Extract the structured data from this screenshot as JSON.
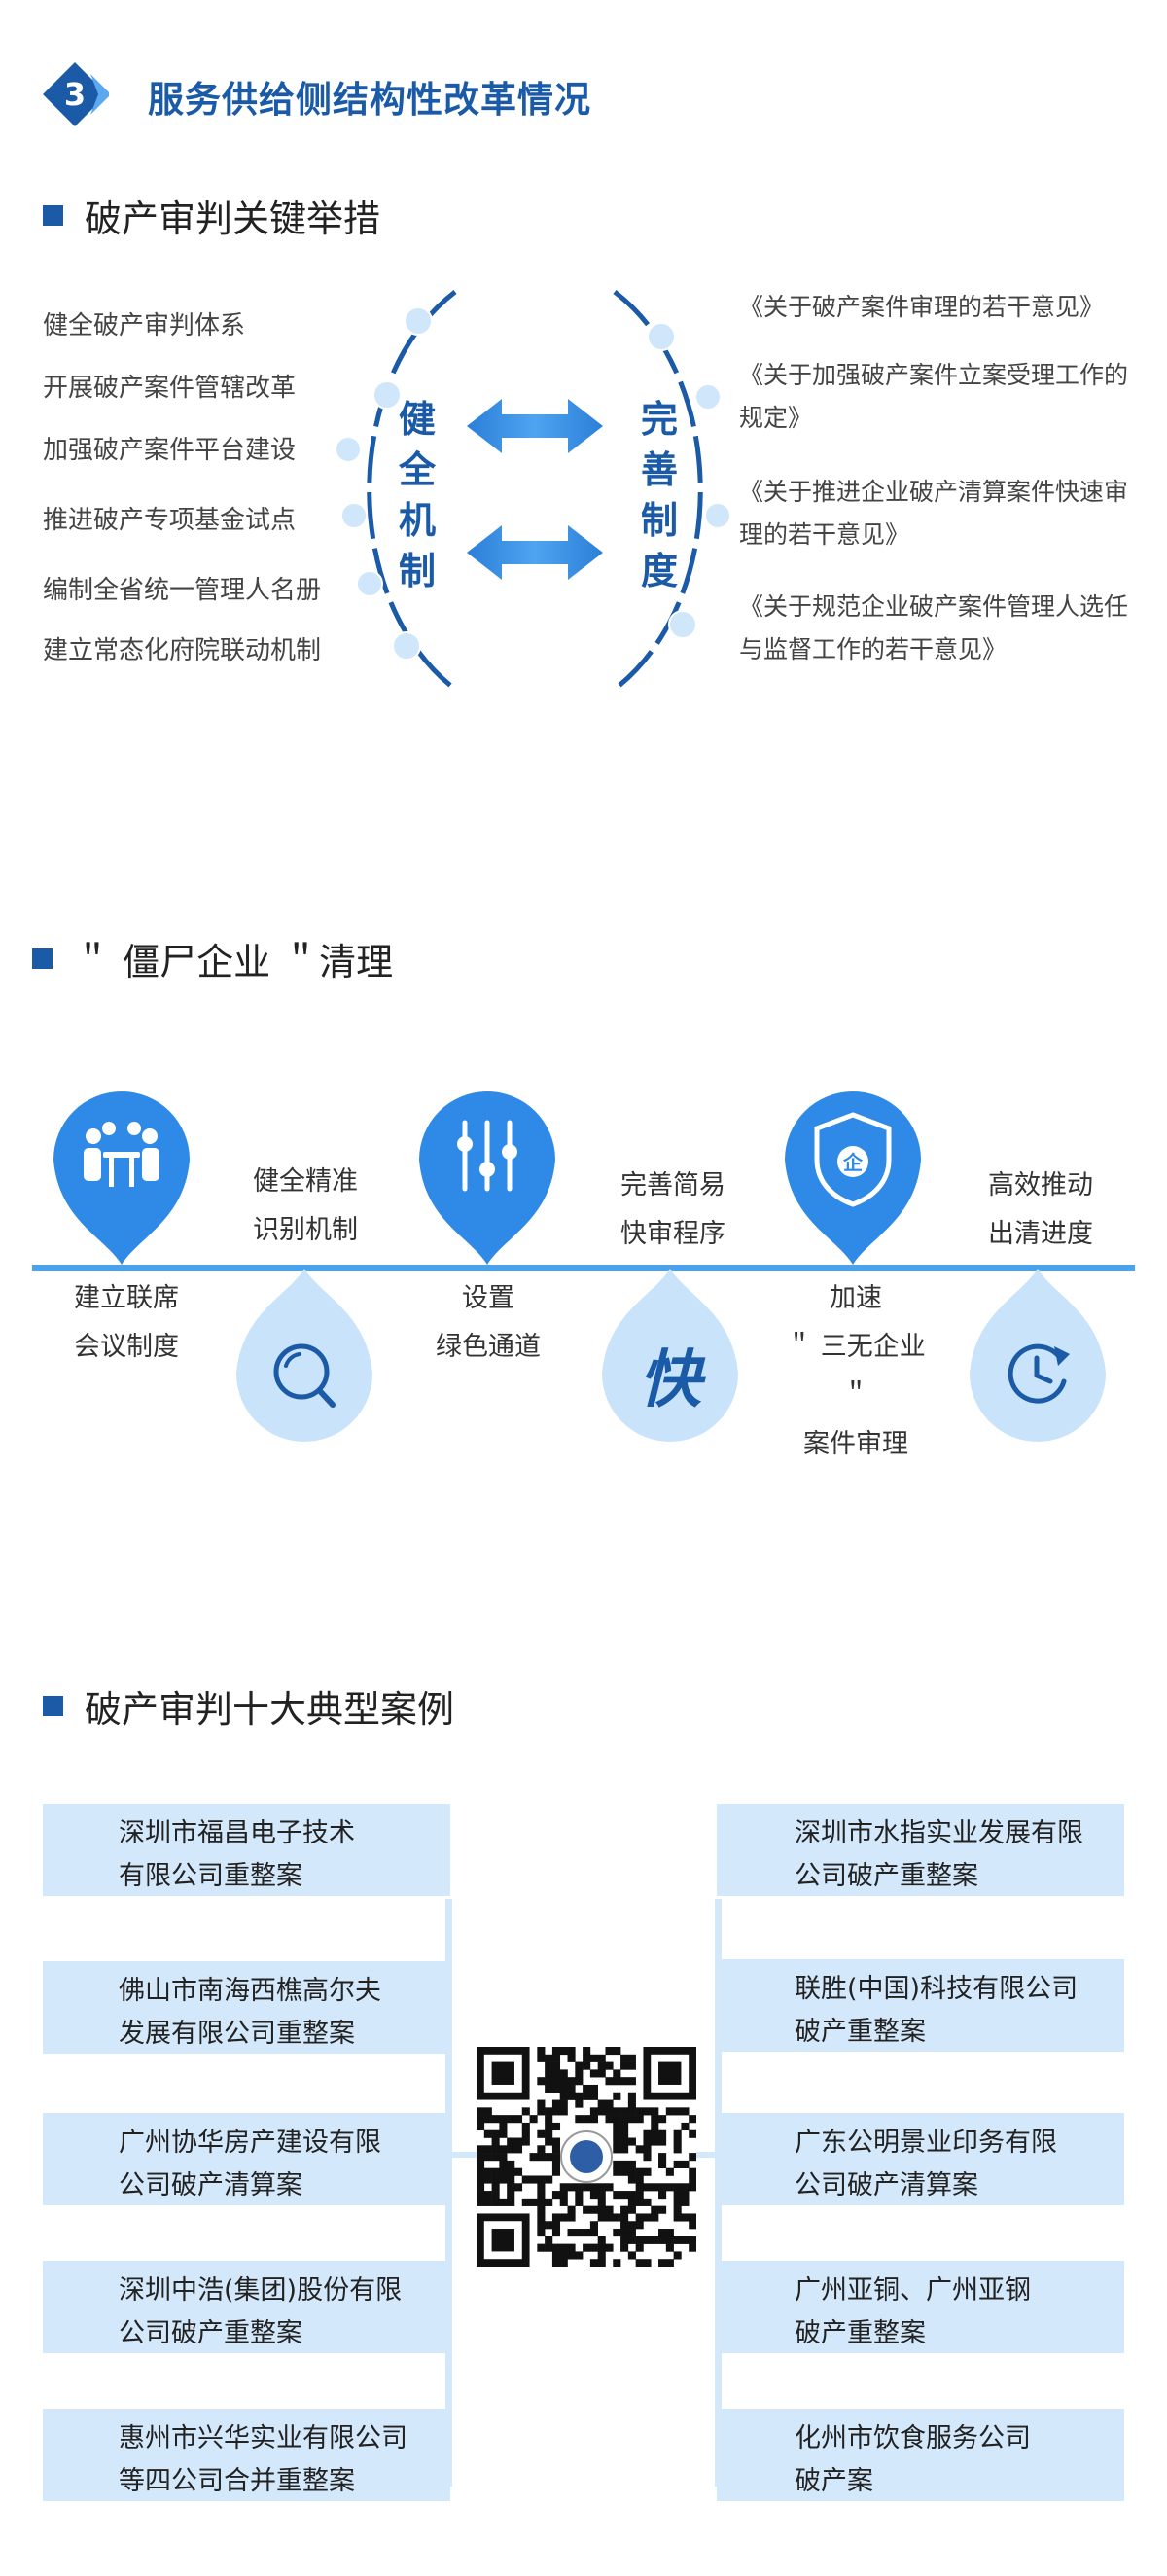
{
  "header": {
    "number": "3",
    "title": "服务供给侧结构性改革情况"
  },
  "section1": {
    "heading": "破产审判关键举措",
    "left_word": "健全机制",
    "right_word": "完善制度",
    "left_items": [
      "健全破产审判体系",
      "开展破产案件管辖改革",
      "加强破产案件平台建设",
      "推进破产专项基金试点",
      "编制全省统一管理人名册",
      "建立常态化府院联动机制"
    ],
    "right_items": [
      "《关于破产案件审理的若干意见》",
      "《关于加强破产案件立案受理工作的规定》",
      "《关于推进企业破产清算案件快速审理的若干意见》",
      "《关于规范企业破产案件管理人选任与监督工作的若干意见》"
    ]
  },
  "section2": {
    "heading": "＂ 僵尸企业 ＂清理",
    "kuai_char": "快",
    "shield_char": "企",
    "below": [
      "建立联席\n会议制度",
      "设置\n绿色通道",
      "加速\n＂ 三无企业 ＂\n案件审理"
    ],
    "above": [
      "健全精准\n识别机制",
      "完善简易\n快审程序",
      "高效推动\n出清进度"
    ]
  },
  "section3": {
    "heading": "破产审判十大典型案例",
    "left_cases": [
      "深圳市福昌电子技术\n有限公司重整案",
      "佛山市南海西樵高尔夫\n发展有限公司重整案",
      "广州协华房产建设有限\n公司破产清算案",
      "深圳中浩(集团)股份有限\n公司破产重整案",
      "惠州市兴华实业有限公司\n等四公司合并重整案"
    ],
    "right_cases": [
      "深圳市水指实业发展有限\n公司破产重整案",
      "联胜(中国)科技有限公司\n破产重整案",
      "广东公明景业印务有限\n公司破产清算案",
      "广州亚铜、广州亚钢\n破产重整案",
      "化州市饮食服务公司\n破产案"
    ]
  },
  "colors": {
    "primary": "#1a5aa6",
    "bright": "#2e8ae6",
    "light": "#c9e3fb",
    "box": "#d4e8fb"
  }
}
